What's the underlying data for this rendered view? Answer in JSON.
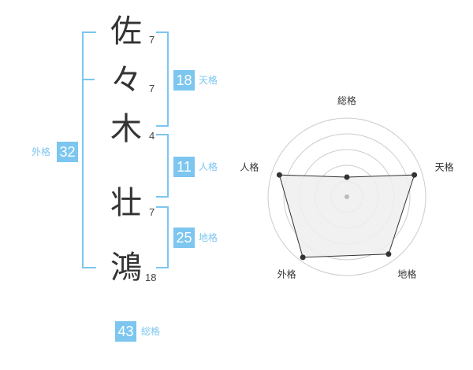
{
  "name": {
    "chars": [
      {
        "char": "佐",
        "strokes": "7"
      },
      {
        "char": "々",
        "strokes": "7"
      },
      {
        "char": "木",
        "strokes": "4"
      },
      {
        "char": "壮",
        "strokes": "7"
      },
      {
        "char": "鴻",
        "strokes": "18"
      }
    ]
  },
  "fortunes": {
    "tenkaku": {
      "label": "天格",
      "value": "18"
    },
    "jinkaku": {
      "label": "人格",
      "value": "11"
    },
    "chikaku": {
      "label": "地格",
      "value": "25"
    },
    "gaikaku": {
      "label": "外格",
      "value": "32"
    },
    "soukaku": {
      "label": "総格",
      "value": "43"
    }
  },
  "radar": {
    "axes": [
      "総格",
      "天格",
      "地格",
      "外格",
      "人格"
    ],
    "values": [
      0.25,
      0.9,
      0.9,
      0.95,
      0.9
    ],
    "colors": {
      "grid": "#cccccc",
      "fill": "#eeeeee",
      "line": "#333333",
      "point": "#333333",
      "center": "#bbbbbb"
    }
  },
  "theme": {
    "accent": "#7cc6f0",
    "text": "#333333"
  }
}
